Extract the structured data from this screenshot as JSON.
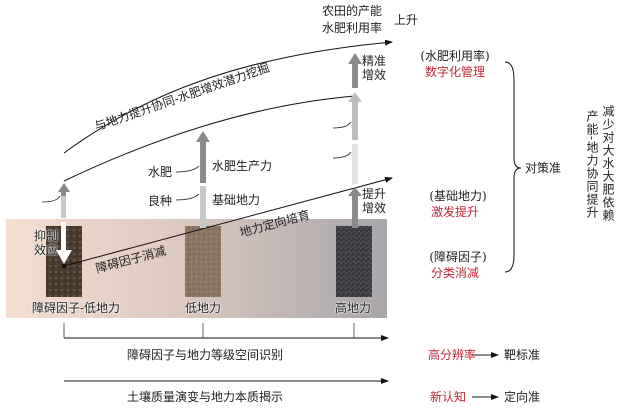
{
  "top": {
    "line1": "农田的产能",
    "line2": "水肥利用率",
    "rise": "上升"
  },
  "curve_label": "与地力提升协同-水肥增效潜力挖掘",
  "arrows": {
    "precise": [
      "精准",
      "增效"
    ],
    "improve": [
      "提升",
      "增效"
    ],
    "suppress": [
      "抑制",
      "效应"
    ],
    "water_fert": "水肥",
    "water_fert_prod": "水肥生产力",
    "good_seed": "良种",
    "base_fertility": "基础地力"
  },
  "lower_arrow": {
    "cultivation": "地力定向培育",
    "elimination": "障碍因子消减"
  },
  "soils": [
    {
      "label": "障碍因子-低地力",
      "color": "#4a3a2c"
    },
    {
      "label": "低地力",
      "color": "#8a7560"
    },
    {
      "label": "高地力",
      "color": "#3a3b3f"
    }
  ],
  "axes": {
    "spatial": "障碍因子与地力等级空间识别",
    "essence": "土壤质量演变与地力本质揭示"
  },
  "strategies": [
    {
      "target": "(水肥利用率)",
      "action": "数字化管理"
    },
    {
      "target": "(基础地力)",
      "action": "激发提升"
    },
    {
      "target": "(障碍因子)",
      "action": "分类消减"
    }
  ],
  "brace_label": "对策准",
  "outcomes": {
    "col1": "减少对大水大肥依赖",
    "col2": "产能-地力协同提升"
  },
  "bottom_right": [
    {
      "cause": "高分辨率",
      "result": "靶标准"
    },
    {
      "cause": "新认知",
      "result": "定向准"
    }
  ],
  "colors": {
    "accent_red": "#c0283a",
    "band_left": "#f6ddd0",
    "band_right": "#a8a5aa"
  }
}
